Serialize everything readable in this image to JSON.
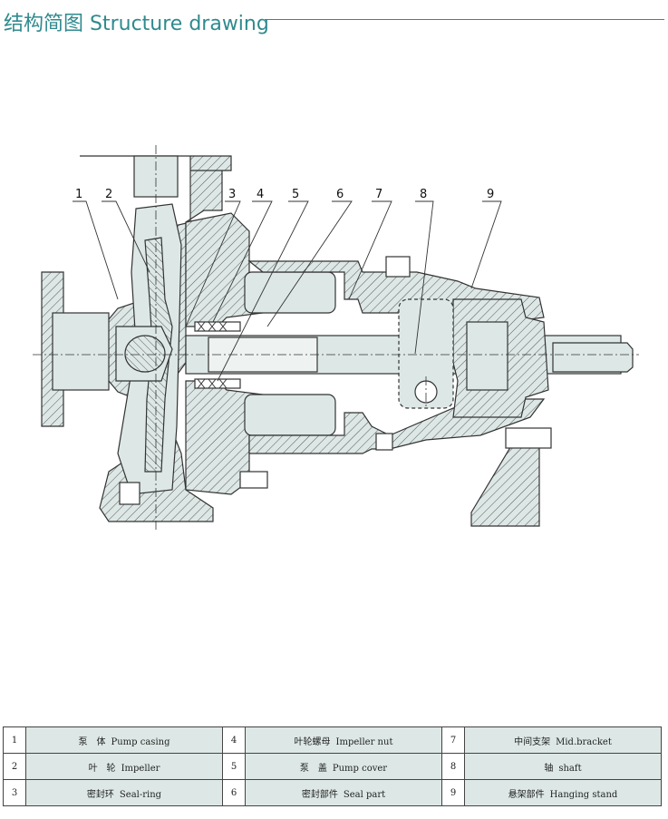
{
  "header": {
    "title": "结构简图 Structure drawing"
  },
  "callouts": [
    "1",
    "2",
    "3",
    "4",
    "5",
    "6",
    "7",
    "8",
    "9"
  ],
  "colors": {
    "accent": "#2f8a8e",
    "part_fill": "#dde8e6",
    "line": "#333333"
  },
  "parts_table": {
    "rows": [
      [
        {
          "num": "1",
          "cn": "泵　体",
          "en": "Pump casing"
        },
        {
          "num": "4",
          "cn": "叶轮螺母",
          "en": "Impeller nut"
        },
        {
          "num": "7",
          "cn": "中间支架",
          "en": "Mid.bracket"
        }
      ],
      [
        {
          "num": "2",
          "cn": "叶　轮",
          "en": "Impeller"
        },
        {
          "num": "5",
          "cn": "泵　盖",
          "en": "Pump cover"
        },
        {
          "num": "8",
          "cn": "轴",
          "en": "shaft"
        }
      ],
      [
        {
          "num": "3",
          "cn": "密封环",
          "en": "Seal-ring"
        },
        {
          "num": "6",
          "cn": "密封部件",
          "en": "Seal part"
        },
        {
          "num": "9",
          "cn": "悬架部件",
          "en": "Hanging stand"
        }
      ]
    ]
  }
}
